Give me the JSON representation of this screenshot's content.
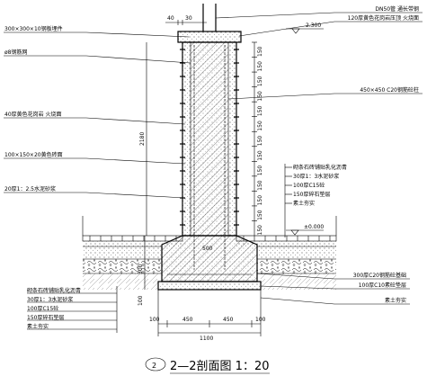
{
  "left_labels": [
    "300×300×10钢板埋件",
    "ø8钢筋网",
    "40厚黄色花岗岩 火烧面",
    "100×150×20黄色砖面",
    "20厚1：2.5水泥砂浆"
  ],
  "top_right_labels": [
    "DN50管  通长带钢",
    "120厚黄色花岗岩压顶 火烧面",
    "450×450  C20钢筋砼柱"
  ],
  "right_mid_labels": [
    "砌条石砖铺贴乳化沥青",
    "30厚1：3水泥砂浆",
    "100厚C15砼",
    "150厚碎石垫层",
    "素土夯实"
  ],
  "base_right_labels": [
    "300厚C20钢筋砼基础",
    "100厚C10素砼垫层",
    "素土夯实"
  ],
  "bottom_left_labels": [
    "砌条石砖铺贴乳化沥青",
    "30厚1：3水泥砂浆",
    "100厚C15砼",
    "150厚碎石垫层",
    "素土夯实"
  ],
  "dims": {
    "top_a": "40",
    "top_b": "30",
    "height": "2180",
    "level_top": "2.300",
    "level_ground": "±0.000",
    "courses": [
      "150",
      "150",
      "150",
      "150",
      "150",
      "150",
      "150",
      "150",
      "150",
      "150",
      "150",
      "150",
      "150"
    ],
    "depth_500": "500",
    "base_300": "300",
    "base_100": "100",
    "w_100a": "100",
    "w_450a": "450",
    "w_450b": "450",
    "w_100b": "100",
    "w_total": "1100"
  },
  "title": {
    "symbol": "2",
    "text": "2—2剖面图  1：20"
  }
}
